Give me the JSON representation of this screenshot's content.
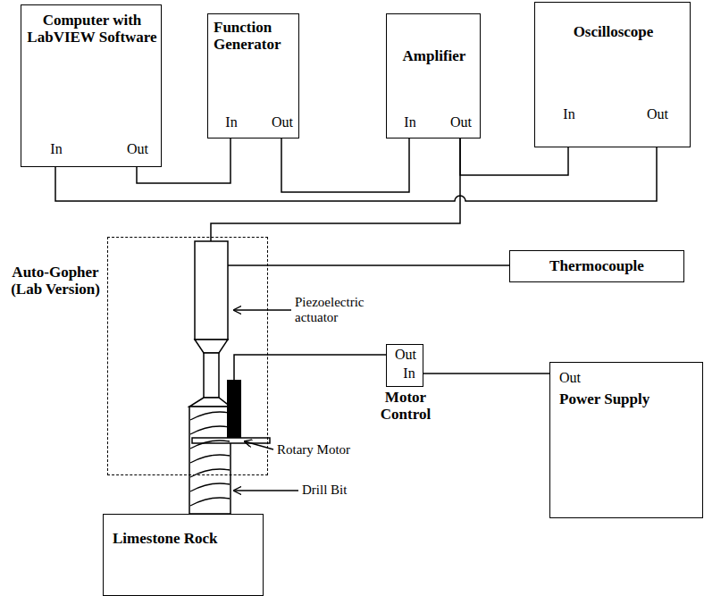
{
  "diagram": {
    "nodes": [
      {
        "text": [
          "Computer with LabVIEW Software",
          "In",
          "Out"
        ]
      },
      {
        "text": [
          "Function Generator",
          "In",
          "Out"
        ]
      },
      {
        "text": [
          "Amplifier",
          "In",
          "Out"
        ]
      },
      {
        "text": [
          "Oscilloscope",
          "In",
          "Out"
        ]
      },
      {
        "text": [
          "Auto-Gopher (Lab Version)"
        ]
      },
      {
        "text": [
          "Thermocouple"
        ]
      },
      {
        "text": [
          "Out",
          "In",
          "Motor Control"
        ]
      },
      {
        "text": [
          "Out",
          "Power Supply"
        ]
      },
      {
        "text": [
          "Limestone Rock"
        ]
      }
    ],
    "edges": [
      {
        "from": 0,
        "to": 1,
        "arrow": "none"
      },
      {
        "from": 1,
        "to": 2,
        "arrow": "none"
      },
      {
        "from": 2,
        "to": 3,
        "arrow": "none"
      },
      {
        "from": 2,
        "to": 4,
        "arrow": "none"
      },
      {
        "from": 3,
        "to": 0,
        "arrow": "none"
      },
      {
        "from": 4,
        "to": 5,
        "arrow": "none"
      },
      {
        "from": 6,
        "to": 4,
        "arrow": "none"
      },
      {
        "from": 7,
        "to": 6,
        "arrow": "none"
      }
    ],
    "labels": [
      "Piezoelectric actuator",
      "Rotary Motor",
      "Drill Bit"
    ]
  }
}
